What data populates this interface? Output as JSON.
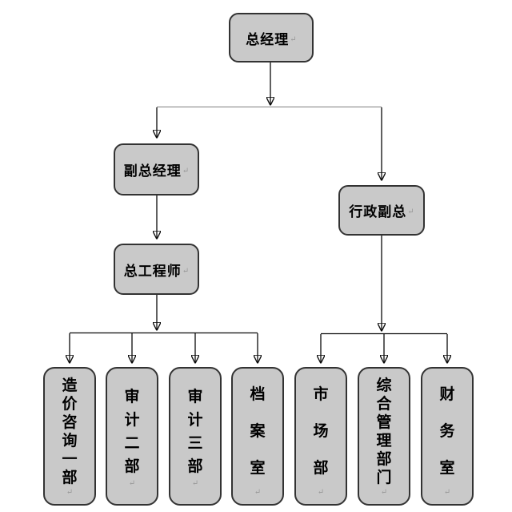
{
  "colors": {
    "node_fill": "#c9c9c9",
    "node_border": "#333333",
    "connector_line": "#0a0a0a",
    "level1_rail": "#7f7f7f",
    "return_mark": "#999999"
  },
  "org_chart": {
    "type": "organization-diagram",
    "paragraph_mark": "↵",
    "root": {
      "label": "总经理"
    },
    "branches": {
      "left": {
        "deputy": {
          "label": "副总经理"
        },
        "chief_engineer": {
          "label": "总工程师"
        },
        "departments": [
          {
            "label": "造价咨询一部"
          },
          {
            "label": "审计二部"
          },
          {
            "label": "审计三部"
          },
          {
            "label": "档案室"
          }
        ]
      },
      "right": {
        "deputy": {
          "label": "行政副总"
        },
        "departments": [
          {
            "label": "市场部"
          },
          {
            "label": "综合管理部门"
          },
          {
            "label": "财务室"
          }
        ]
      }
    }
  }
}
